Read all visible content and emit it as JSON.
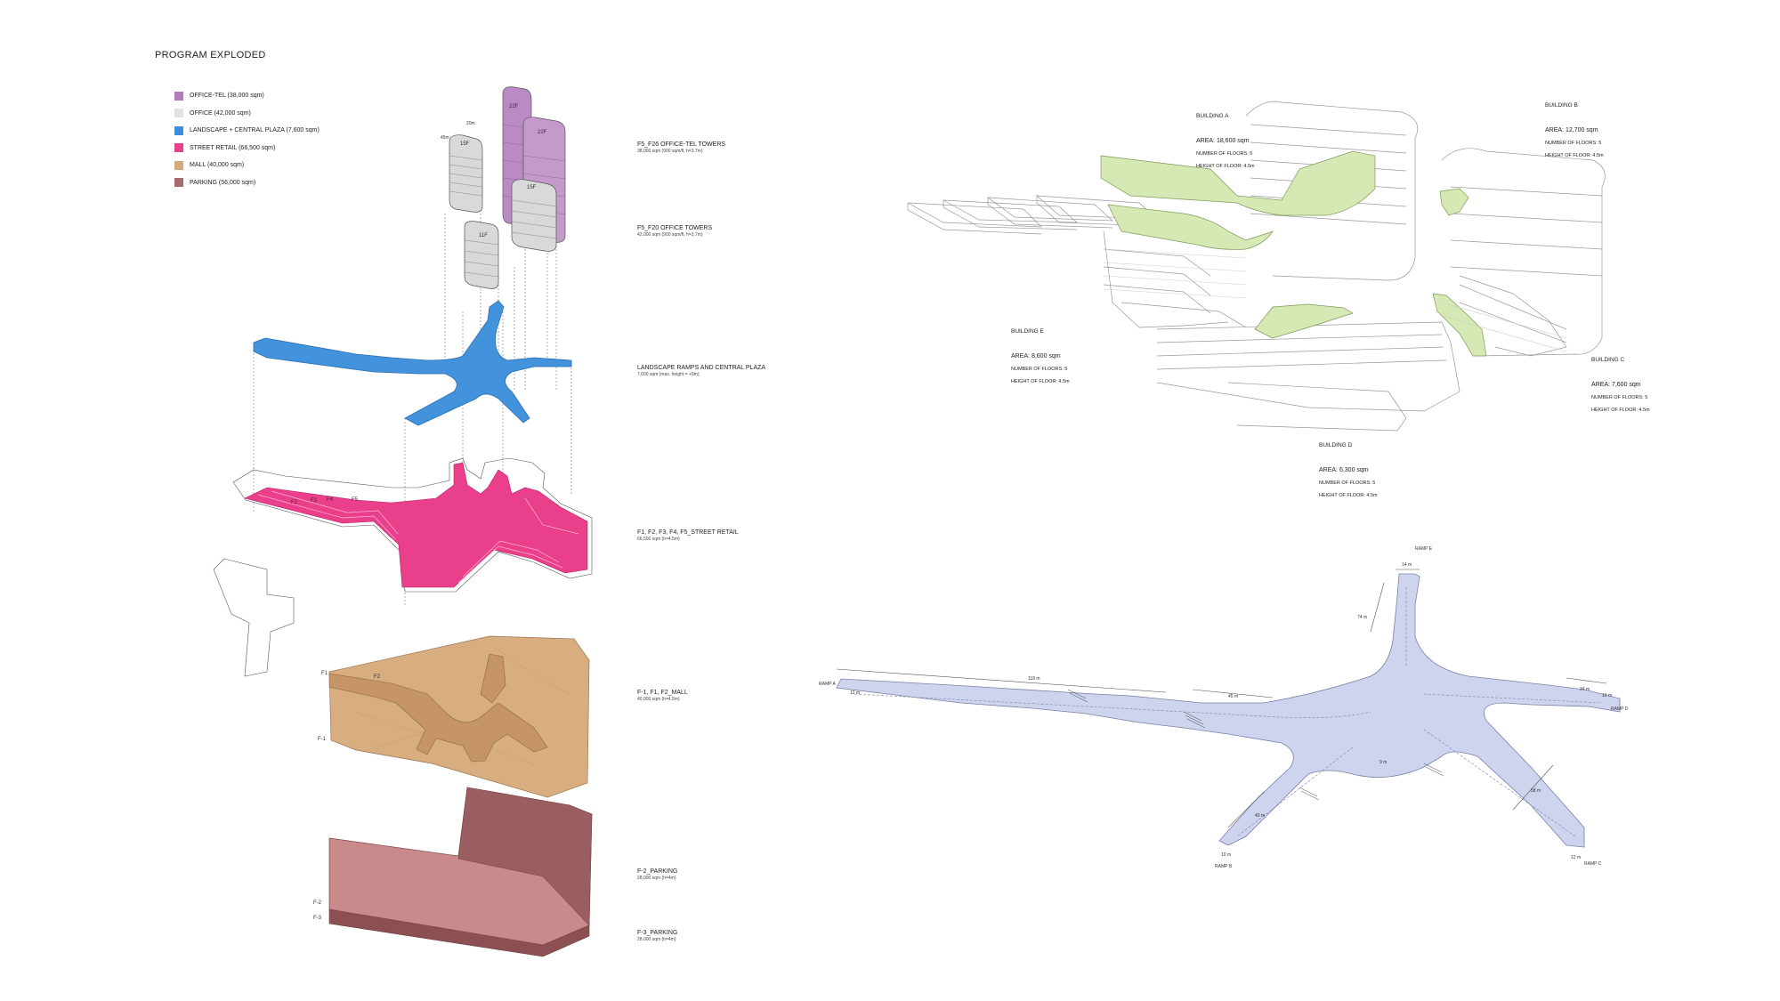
{
  "title": "PROGRAM EXPLODED",
  "legend": [
    {
      "label": "OFFICE-TEL (38,000 sqm)",
      "color": "#b57bbf"
    },
    {
      "label": "OFFICE (42,000 sqm)",
      "color": "#e2e2e2"
    },
    {
      "label": "LANDSCAPE + CENTRAL PLAZA (7,600 sqm)",
      "color": "#3f8ed8"
    },
    {
      "label": "STREET RETAIL (66,500 sqm)",
      "color": "#ea3f8a"
    },
    {
      "label": "MALL (40,000 sqm)",
      "color": "#d6a978"
    },
    {
      "label": "PARKING (56,000 sqm)",
      "color": "#a86a6c"
    }
  ],
  "tower_labels": {
    "t1": "15F",
    "t2": "22F",
    "t3": "22F",
    "t4": "15F",
    "t5": "11F",
    "d1": "45m",
    "d2": "20m"
  },
  "layer_labels": {
    "towers_tel": {
      "title": "F5_F26 OFFICE-TEL TOWERS",
      "sub": "38,000 sqm (900 sqm/fl, h=3.7m)"
    },
    "towers_off": {
      "title": "F5_F20 OFFICE TOWERS",
      "sub": "42,000 sqm (900 sqm/fl, h=3.7m)"
    },
    "landscape": {
      "title": "LANDSCAPE RAMPS AND CENTRAL PLAZA",
      "sub": "7,600 sqm (max. height = +9m)"
    },
    "retail": {
      "title": "F1, F2, F3, F4, F5_STREET RETAIL",
      "sub": "66,500 sqm (h=4.5m)"
    },
    "mall": {
      "title": "F-1, F1, F2_MALL",
      "sub": "40,000 sqm (h=4.5m)"
    },
    "park2": {
      "title": "F-2_PARKING",
      "sub": "28,000 sqm (h=4m)"
    },
    "park3": {
      "title": "F-3_PARKING",
      "sub": "28,000 sqm (h=4m)"
    }
  },
  "floor_tags": {
    "r2": "F2",
    "r3": "F3",
    "r4": "F4",
    "r5": "F5",
    "m1": "F1",
    "m2": "F2",
    "mb1": "F-1",
    "p2": "F-2",
    "p3": "F-3"
  },
  "buildings": {
    "a": {
      "name": "BUILDING A",
      "area": "AREA: 18,600 sqm",
      "floors": "NUMBER OF FLOORS: 5",
      "height": "HEIGHT OF FLOOR: 4.5m"
    },
    "b": {
      "name": "BUILDING B",
      "area": "AREA: 12,700 sqm",
      "floors": "NUMBER OF FLOORS: 5",
      "height": "HEIGHT OF FLOOR: 4.5m"
    },
    "c": {
      "name": "BUILDING C",
      "area": "AREA: 7,600 sqm",
      "floors": "NUMBER OF FLOORS: 5",
      "height": "HEIGHT OF FLOOR: 4.5m"
    },
    "d": {
      "name": "BUILDING D",
      "area": "AREA: 6,300 sqm",
      "floors": "NUMBER OF FLOORS: 5",
      "height": "HEIGHT OF FLOOR: 4.5m"
    },
    "e": {
      "name": "BUILDING E",
      "area": "AREA: 8,600 sqm",
      "floors": "NUMBER OF FLOORS: 5",
      "height": "HEIGHT OF FLOOR: 4.5m"
    }
  },
  "ramps": {
    "a": "RAMP A",
    "b": "RAMP B",
    "c": "RAMP C",
    "d": "RAMP D",
    "e": "RAMP E"
  },
  "dims": {
    "w12": "12 m",
    "l118": "118 m",
    "l45": "45 m",
    "w14": "14 m",
    "l74": "74 m",
    "l34": "34 m",
    "w10d": "10 m",
    "w9": "9 m",
    "l40": "40 m",
    "w10b": "10 m",
    "l58": "58 m",
    "w12c": "12 m"
  }
}
